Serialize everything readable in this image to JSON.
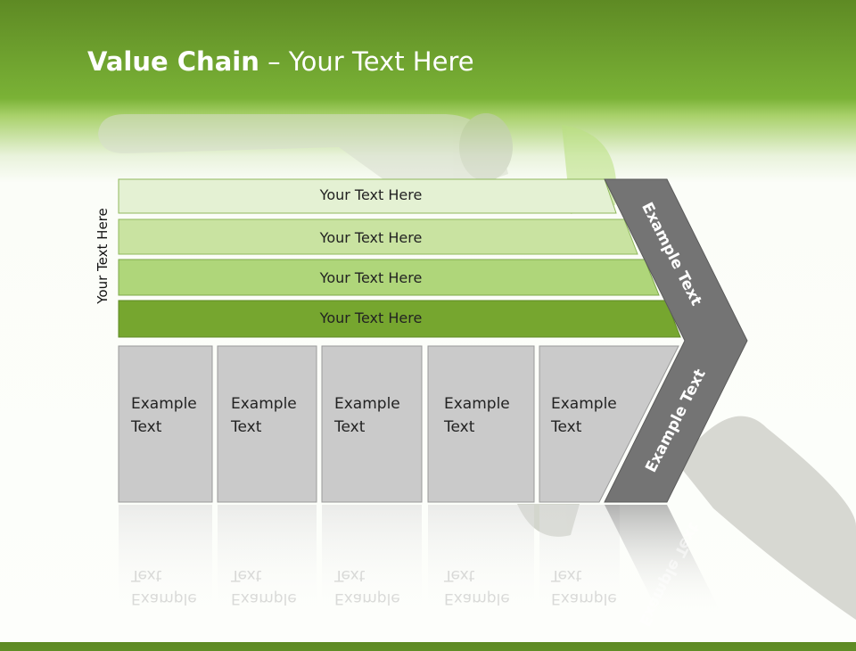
{
  "title": {
    "bold": "Value Chain",
    "rest": " – Your Text Here"
  },
  "side_label": "Your Text Here",
  "bands": [
    {
      "label": "Your Text Here"
    },
    {
      "label": "Your Text Here"
    },
    {
      "label": "Your Text Here"
    },
    {
      "label": "Your Text Here"
    }
  ],
  "boxes": [
    {
      "line1": "Example",
      "line2": "Text"
    },
    {
      "line1": "Example",
      "line2": "Text"
    },
    {
      "line1": "Example",
      "line2": "Text"
    },
    {
      "line1": "Example",
      "line2": "Text"
    },
    {
      "line1": "Example",
      "line2": "Text"
    }
  ],
  "chevron": {
    "upper_label": "Example Text",
    "lower_label": "Example Text"
  },
  "colors": {
    "header_green": "#7ab236",
    "band_1": "#e4f1d3",
    "band_2": "#c9e3a1",
    "band_3": "#afd67a",
    "band_4": "#76a62f",
    "box_gray": "#cacaca",
    "chevron_gray": "#747474"
  }
}
